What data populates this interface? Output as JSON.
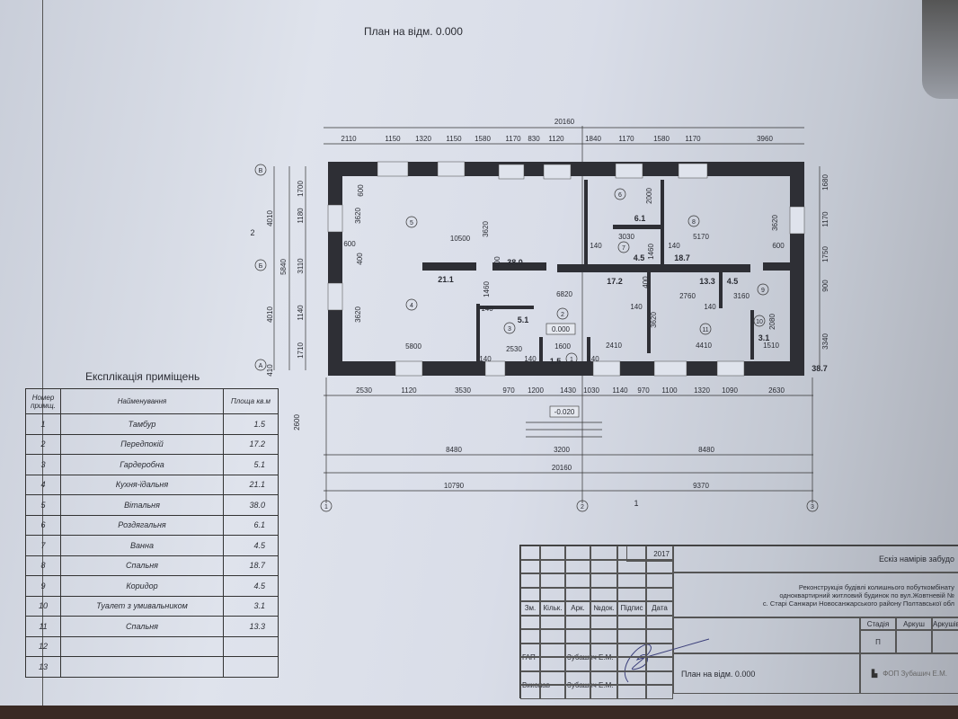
{
  "drawing_title": "План на відм. 0.000",
  "plan": {
    "dims_top_total": "20160",
    "dims_top": [
      "2110",
      "1150",
      "1320",
      "1150",
      "1580",
      "1170",
      "830",
      "1120",
      "1840",
      "1170",
      "1580",
      "1170",
      "3960"
    ],
    "dims_bottom": [
      "2530",
      "1120",
      "3530",
      "970",
      "1200",
      "1430",
      "1030",
      "1140",
      "970",
      "1100",
      "1320",
      "1090",
      "2630"
    ],
    "dims_bottom_groups": [
      "8480",
      "3200",
      "8480"
    ],
    "dims_bottom_total": "20160",
    "dims_bottom_axes": [
      "10790",
      "9370"
    ],
    "dims_left": [
      "4010",
      "5840",
      "4010",
      "1700",
      "1180",
      "3110",
      "1140",
      "1710",
      "410",
      "2600"
    ],
    "dims_right": [
      "1680",
      "1170",
      "1750",
      "900",
      "3340"
    ],
    "inner_dims": [
      "3620",
      "600",
      "10500",
      "3620",
      "3620",
      "5800",
      "600",
      "400",
      "400",
      "1460",
      "6820",
      "3030",
      "5170",
      "2760",
      "3160",
      "4410",
      "2410",
      "2530",
      "1600",
      "1510",
      "2000",
      "1460",
      "3620",
      "3620",
      "2080",
      "600",
      "400",
      "140",
      "140",
      "140",
      "140",
      "140",
      "140",
      "140",
      "140"
    ],
    "room_numbers": [
      "1",
      "2",
      "3",
      "4",
      "5",
      "6",
      "7",
      "8",
      "9",
      "10",
      "11"
    ],
    "room_areas": [
      "1.5",
      "17.2",
      "5.1",
      "21.1",
      "38.0",
      "6.1",
      "4.5",
      "18.7",
      "4.5",
      "3.1",
      "13.3"
    ],
    "total_area": "38.7",
    "level_marks": [
      "0.000",
      "-0.020"
    ],
    "axes_x": [
      "1",
      "2",
      "3"
    ],
    "axes_y": [
      "В",
      "Б",
      "А"
    ],
    "section_marks": [
      "2",
      "1"
    ]
  },
  "explication": {
    "title": "Експлікація приміщень",
    "headers": [
      "Номер примщ.",
      "Найменування",
      "Площа кв.м"
    ],
    "rows": [
      {
        "n": "1",
        "name": "Тамбур",
        "area": "1.5"
      },
      {
        "n": "2",
        "name": "Передпокій",
        "area": "17.2"
      },
      {
        "n": "3",
        "name": "Гардеробна",
        "area": "5.1"
      },
      {
        "n": "4",
        "name": "Кухня-їдальня",
        "area": "21.1"
      },
      {
        "n": "5",
        "name": "Вітальня",
        "area": "38.0"
      },
      {
        "n": "6",
        "name": "Роздягальня",
        "area": "6.1"
      },
      {
        "n": "7",
        "name": "Ванна",
        "area": "4.5"
      },
      {
        "n": "8",
        "name": "Спальня",
        "area": "18.7"
      },
      {
        "n": "9",
        "name": "Коридор",
        "area": "4.5"
      },
      {
        "n": "10",
        "name": "Туалет з умивальником",
        "area": "3.1"
      },
      {
        "n": "11",
        "name": "Спальня",
        "area": "13.3"
      },
      {
        "n": "12",
        "name": "",
        "area": ""
      },
      {
        "n": "13",
        "name": "",
        "area": ""
      }
    ]
  },
  "title_block": {
    "year": "2017",
    "col_headers": [
      "Зм.",
      "Кільк.",
      "Арк.",
      "№док.",
      "Підпис",
      "Дата"
    ],
    "doc_title": "Ескіз намірів забудо",
    "project_lines": [
      "Реконструкція будівлі колишнього побуткомбінату",
      "одноквартирний житловий будинок по вул.Жовтневій №",
      "с. Старі Санжари Новосанжарського району Полтавської обл"
    ],
    "stage_headers": [
      "Стадія",
      "Аркуш",
      "Аркушів"
    ],
    "stage": "П",
    "roles": [
      {
        "role": "ГАП",
        "name": "Зубашич Е.М."
      },
      {
        "role": "Виконав",
        "name": "Зубашич Е.М."
      }
    ],
    "sheet_name": "План на відм. 0.000",
    "company": "ФОП Зубашич Е.М."
  }
}
